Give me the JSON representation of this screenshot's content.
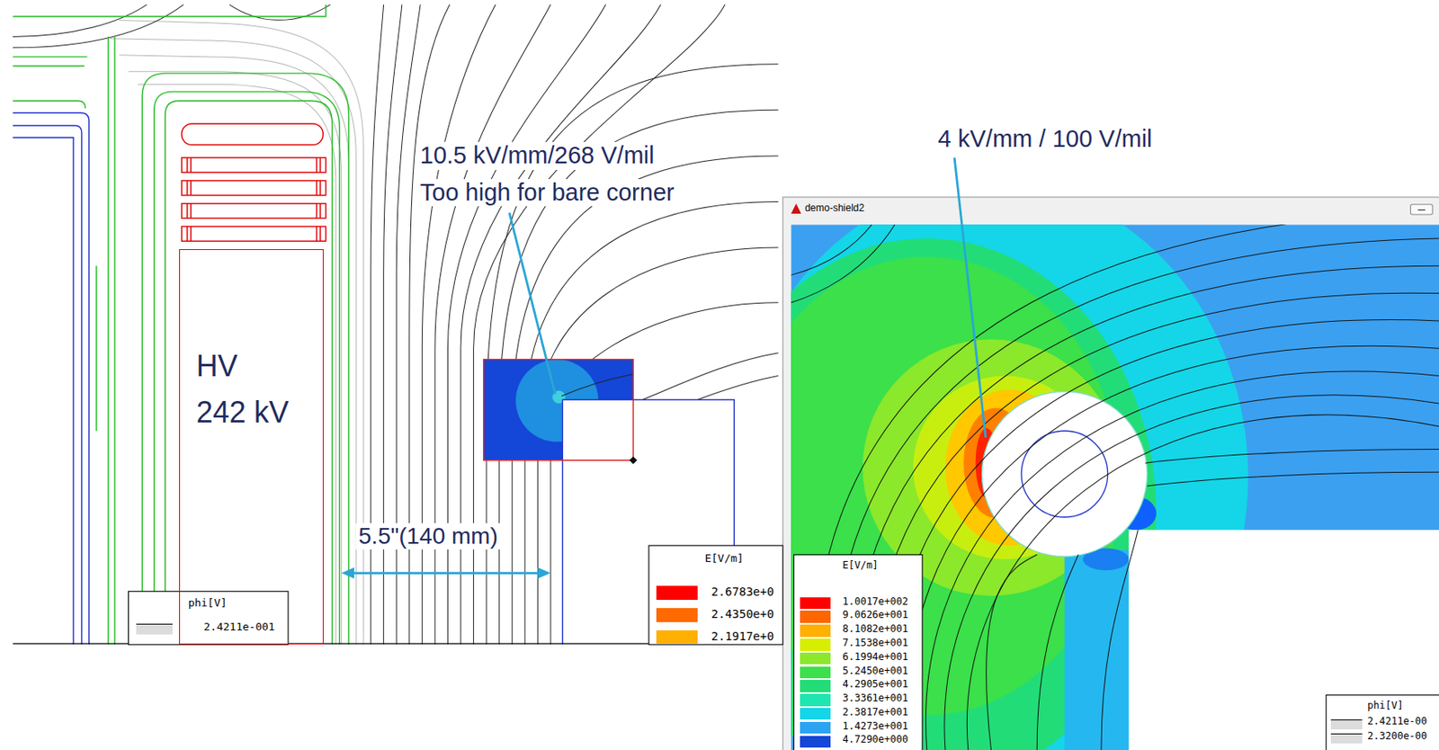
{
  "diagram": {
    "nodes": [
      {
        "text": [
          "HV",
          "242 kV"
        ]
      }
    ],
    "labels": [
      "10.5 kV/mm/268 V/mil",
      "Too high for bare corner",
      "5.5\"(140 mm)",
      "4 kV/mm / 100 V/mil",
      "demo-shield2",
      "phi[V]",
      "E[V/m]",
      "E[V/m]",
      "phi[V]"
    ],
    "legend": [
      {
        "text": "2.4211e-001"
      },
      {
        "text": "2.6783e+0",
        "color": "#ff0000"
      },
      {
        "text": "2.4350e+0",
        "color": "#ff6a00"
      },
      {
        "text": "2.1917e+0",
        "color": "#ffb000"
      },
      {
        "text": "1.0017e+002",
        "color": "#ff0000"
      },
      {
        "text": "9.0626e+001",
        "color": "#ff6600"
      },
      {
        "text": "8.1082e+001",
        "color": "#ffb000"
      },
      {
        "text": "7.1538e+001",
        "color": "#d8ee00"
      },
      {
        "text": "6.1994e+001",
        "color": "#8be82a"
      },
      {
        "text": "5.2450e+001",
        "color": "#3be04a"
      },
      {
        "text": "4.2905e+001",
        "color": "#22dd77"
      },
      {
        "text": "3.3361e+001",
        "color": "#1ee6b0"
      },
      {
        "text": "2.3817e+001",
        "color": "#14d6e8"
      },
      {
        "text": "1.4273e+001",
        "color": "#2aa4f2"
      },
      {
        "text": "4.7290e+000",
        "color": "#1446d8"
      },
      {
        "text": "2.4211e-00"
      },
      {
        "text": "2.3200e-00"
      }
    ]
  }
}
